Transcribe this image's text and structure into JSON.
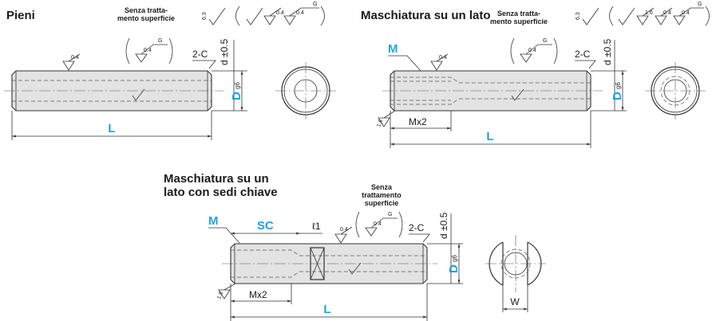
{
  "colors": {
    "accent": "#1fa3e0",
    "body": "#e3e3e3",
    "line": "#333333"
  },
  "view1": {
    "title": "Pieni",
    "note_line1": "Senza tratta-",
    "note_line2": "mento superficie",
    "rough_general": "6.3",
    "rough_a": "0.4",
    "rough_b": "0.4",
    "rough_g": "G",
    "chamfer": "2-C",
    "d_tol": "d ±0.5",
    "rough_left": "0.4",
    "rough_paren": "0.4",
    "rough_paren_g": "G",
    "D": "D",
    "g6": "g6",
    "L": "L"
  },
  "view2": {
    "title": "Maschiatura su un lato",
    "note_line1": "Senza tratta-",
    "note_line2": "mento superficie",
    "rough_general": "6.3",
    "rough_a": "1.6",
    "rough_b": "0.4",
    "rough_c": "0.4",
    "rough_g": "G",
    "M": "M",
    "chamfer": "2-C",
    "d_tol": "d ±0.5",
    "rough_left": "0.4",
    "rough_paren": "0.4",
    "rough_paren_g": "G",
    "rough_tap": "1.6",
    "Mx2": "Mx2",
    "D": "D",
    "g6": "g6",
    "L": "L"
  },
  "view3": {
    "title_line1": "Maschiatura su un",
    "title_line2": "lato con sedi chiave",
    "note_line1": "Senza",
    "note_line2": "trattamento",
    "note_line3": "superficie",
    "M": "M",
    "SC": "SC",
    "l1": "ℓ1",
    "rough_a": "0.4",
    "rough_paren": "0.4",
    "rough_paren_g": "G",
    "chamfer": "2-C",
    "d_tol": "d ±0.5",
    "rough_tap": "1.6",
    "Mx2": "Mx2",
    "D": "D",
    "g6": "g6",
    "L": "L",
    "W": "W"
  }
}
